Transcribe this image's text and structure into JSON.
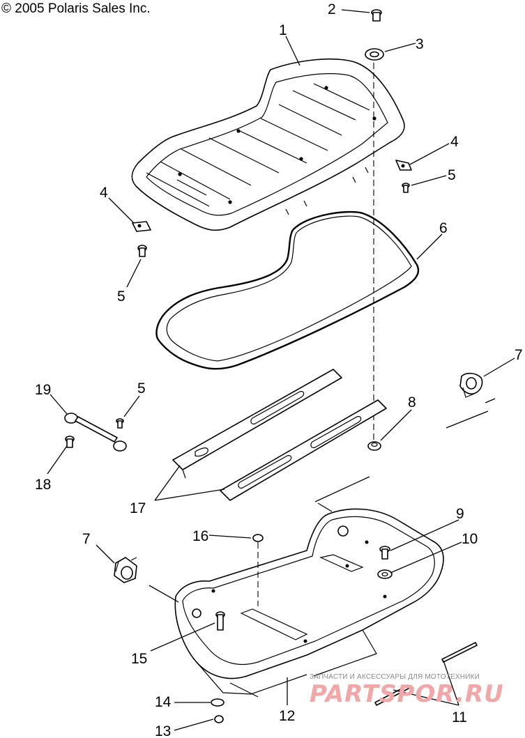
{
  "copyright": "© 2005 Polaris Sales Inc.",
  "watermark": {
    "caption": "ЗАПЧАСТИ И АКСЕССУАРЫ ДЛЯ МОТОТЕХНИКИ",
    "brand": "PARTSPOR.RU"
  },
  "callouts": [
    "1",
    "2",
    "3",
    "4",
    "4",
    "5",
    "5",
    "5",
    "6",
    "7",
    "7",
    "8",
    "9",
    "10",
    "11",
    "12",
    "13",
    "14",
    "15",
    "16",
    "17",
    "18",
    "19"
  ]
}
